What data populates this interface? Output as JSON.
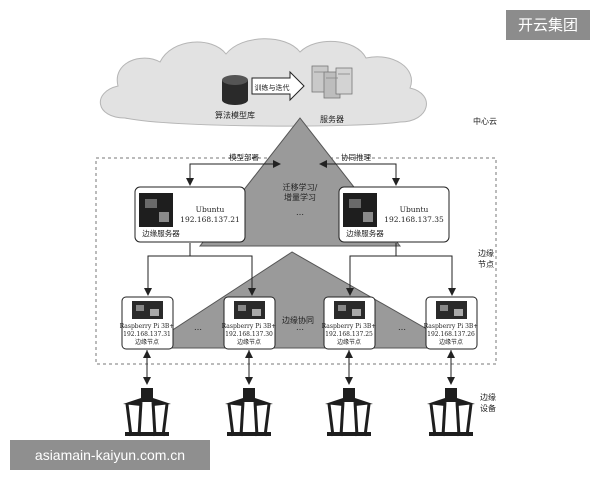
{
  "cloud": {
    "db_label": "算法模型库",
    "arrow_label": "训练与迭代",
    "server_label": "服务器",
    "tier_label": "中心云"
  },
  "links": {
    "deploy": "模型部署",
    "infer": "协同推理"
  },
  "upper_triangle": {
    "line1": "迁移学习/",
    "line2": "增量学习",
    "dots": "…"
  },
  "edge_servers": [
    {
      "os": "Ubuntu",
      "ip": "192.168.137.21",
      "caption": "边缘服务器"
    },
    {
      "os": "Ubuntu",
      "ip": "192.168.137.35",
      "caption": "边缘服务器"
    }
  ],
  "edge_tier": {
    "line1": "边缘",
    "line2": "节点"
  },
  "lower_triangle": {
    "label": "边缘协同"
  },
  "raspberry": [
    {
      "model": "Raspberry Pi 3B+",
      "ip": "192.168.137.31",
      "caption": "边缘节点"
    },
    {
      "model": "Raspberry Pi 3B+",
      "ip": "192.168.137.30",
      "caption": "边缘节点"
    },
    {
      "model": "Raspberry Pi 3B+",
      "ip": "192.168.137.25",
      "caption": "边缘节点"
    },
    {
      "model": "Raspberry Pi 3B+",
      "ip": "192.168.137.26",
      "caption": "边缘节点"
    }
  ],
  "pi_dots": [
    "…",
    "…",
    "…"
  ],
  "device_tier": {
    "line1": "边缘",
    "line2": "设备"
  },
  "badge": "开云集团",
  "watermark": "asiamain-kaiyun.com.cn",
  "colors": {
    "triangle": "#9a9a9a",
    "cloud": "#e2e2e2",
    "line": "#222222"
  }
}
